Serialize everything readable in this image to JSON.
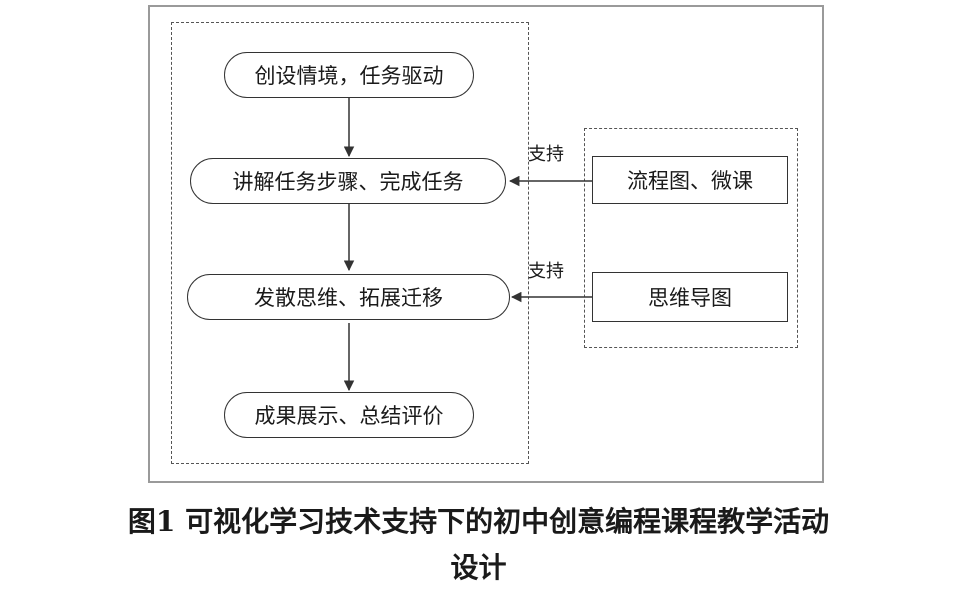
{
  "diagram": {
    "flow_steps": [
      "创设情境，任务驱动",
      "讲解任务步骤、完成任务",
      "发散思维、拓展迁移",
      "成果展示、总结评价"
    ],
    "support_tools": [
      "流程图、微课",
      "思维导图"
    ],
    "support_label": "支持"
  },
  "caption": {
    "figure_no": "图1",
    "title_line1": "可视化学习技术支持下的初中创意编程课程教学活动",
    "title_line2": "设计"
  }
}
